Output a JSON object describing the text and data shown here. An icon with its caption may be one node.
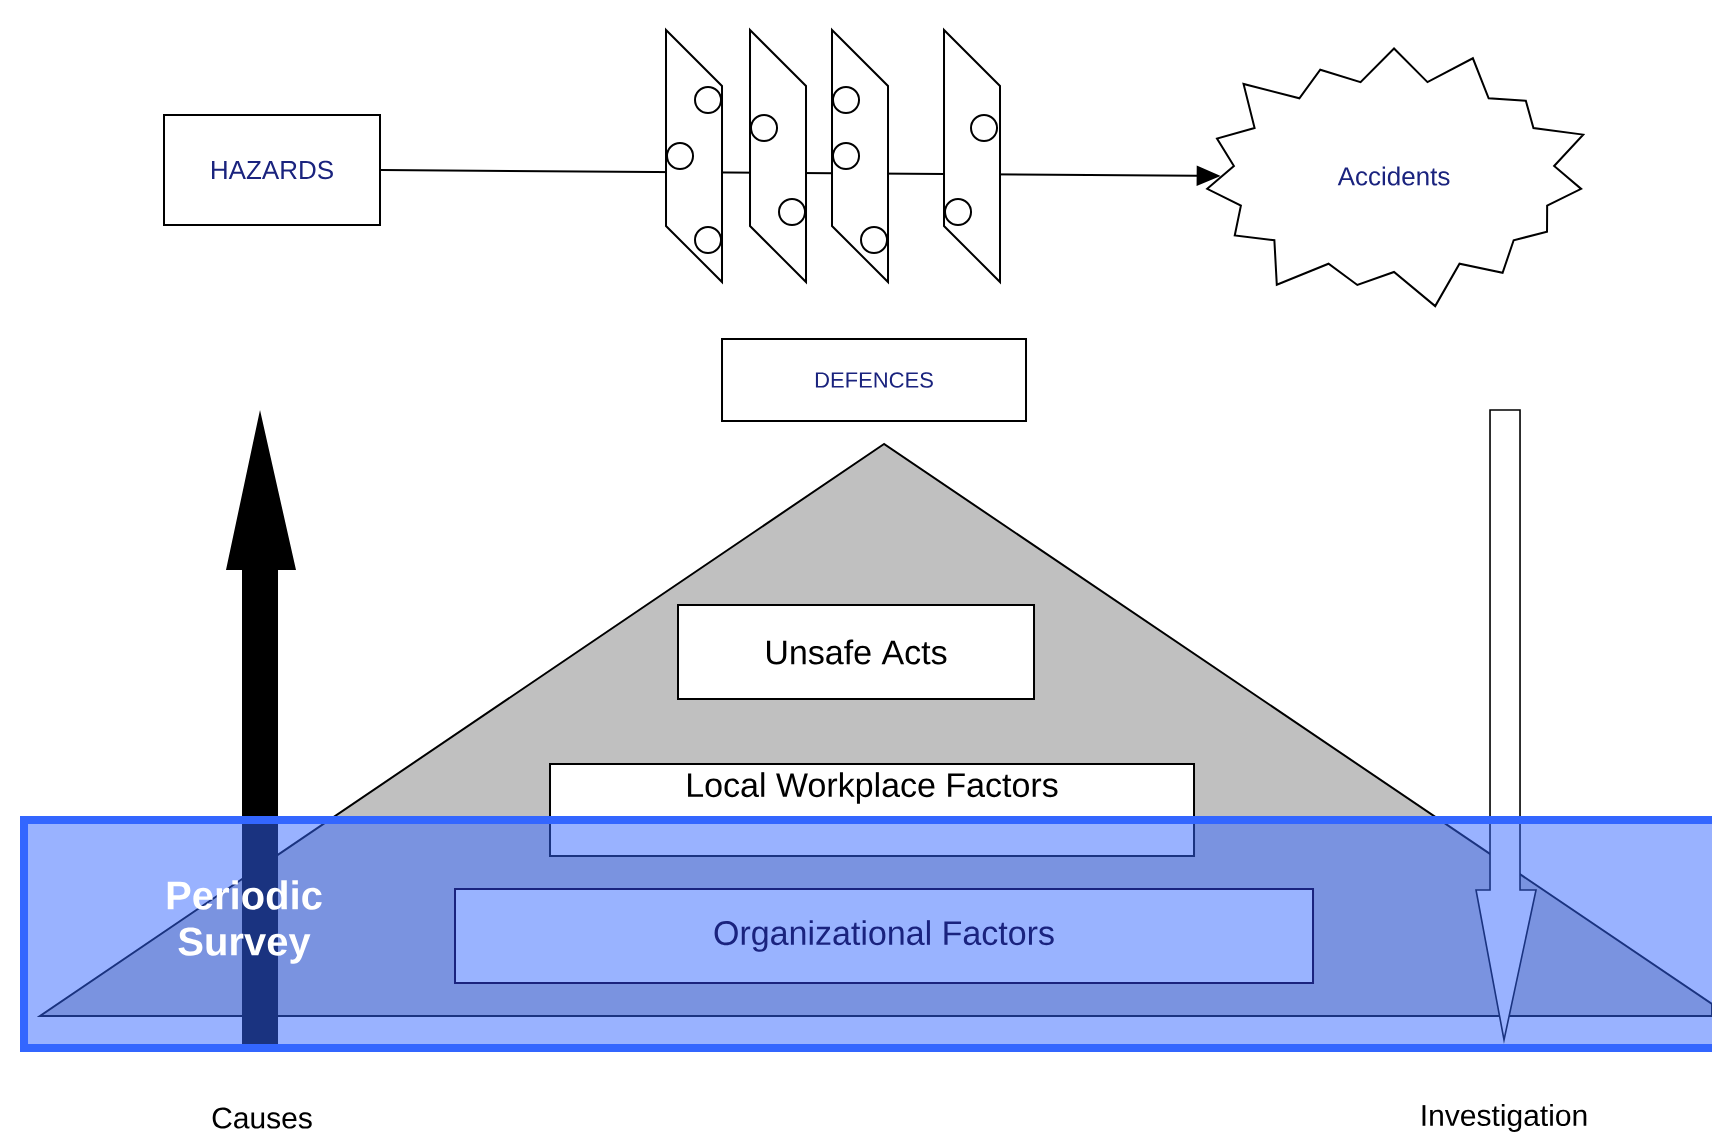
{
  "diagram": {
    "nodes": [
      {
        "text": [
          "HAZARDS"
        ]
      },
      {
        "text": [
          "Accidents"
        ]
      },
      {
        "text": [
          "DEFENCES"
        ]
      },
      {
        "text": [
          "Unsafe Acts"
        ]
      },
      {
        "text": [
          "Local Workplace Factors"
        ]
      },
      {
        "text": [
          "Organizational Factors"
        ],
        "in": 6
      },
      {
        "text": [
          "Periodic Survey"
        ]
      }
    ],
    "edges": [
      {
        "from": 0,
        "to": 1,
        "arrow": "to"
      }
    ],
    "labels": [
      "Causes",
      "Investigation"
    ]
  }
}
